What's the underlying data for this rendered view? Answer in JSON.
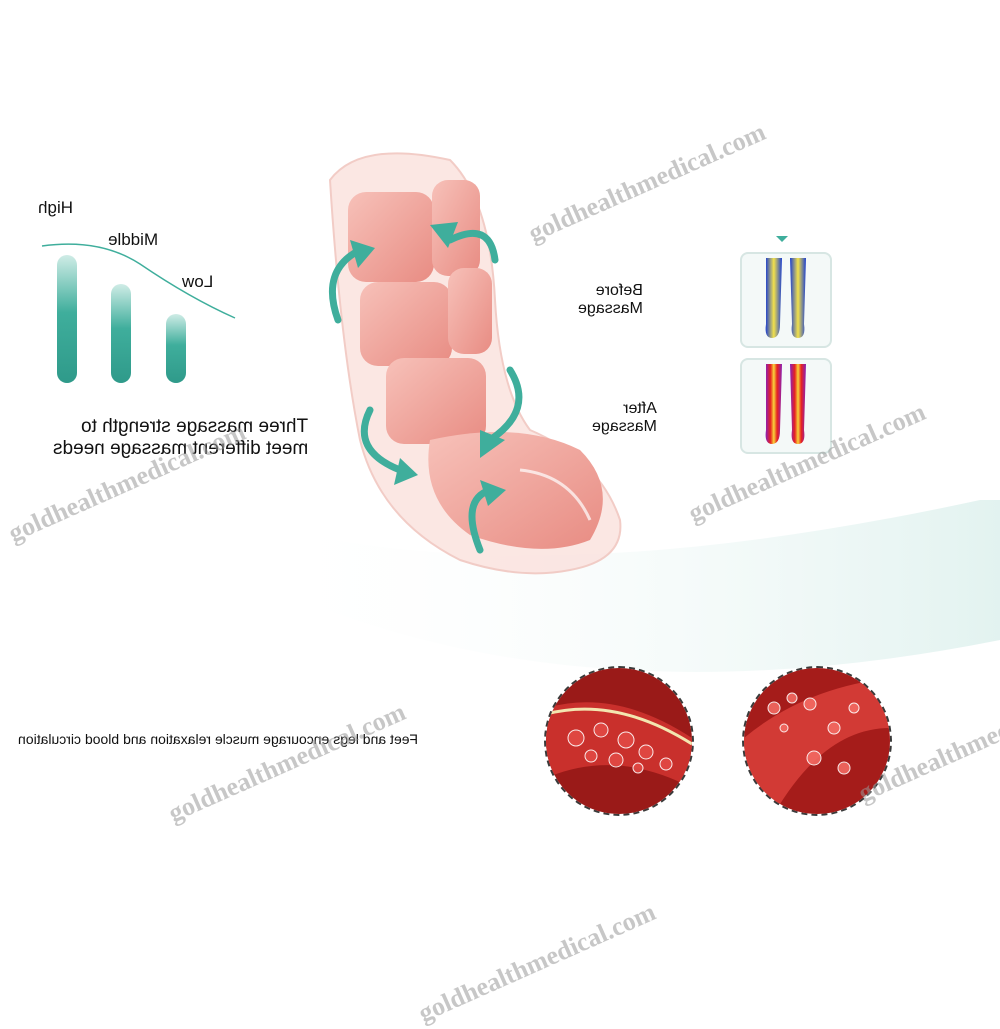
{
  "strength": {
    "levels": {
      "high": "High",
      "middle": "Middle",
      "low": "Low"
    },
    "description_line1": "Three massage strength to",
    "description_line2": "meet different massage needs"
  },
  "comparison": {
    "before_label": "Before Massage",
    "after_label": "After Massage"
  },
  "circulation": {
    "caption": "Feet and legs encourage muscle relaxation and blood circulation"
  },
  "watermark": "goldhealthmedical.com",
  "colors": {
    "accent_teal": "#3fae9c",
    "boot_pink": "#f0a79f",
    "blood_red": "#b8201e"
  }
}
